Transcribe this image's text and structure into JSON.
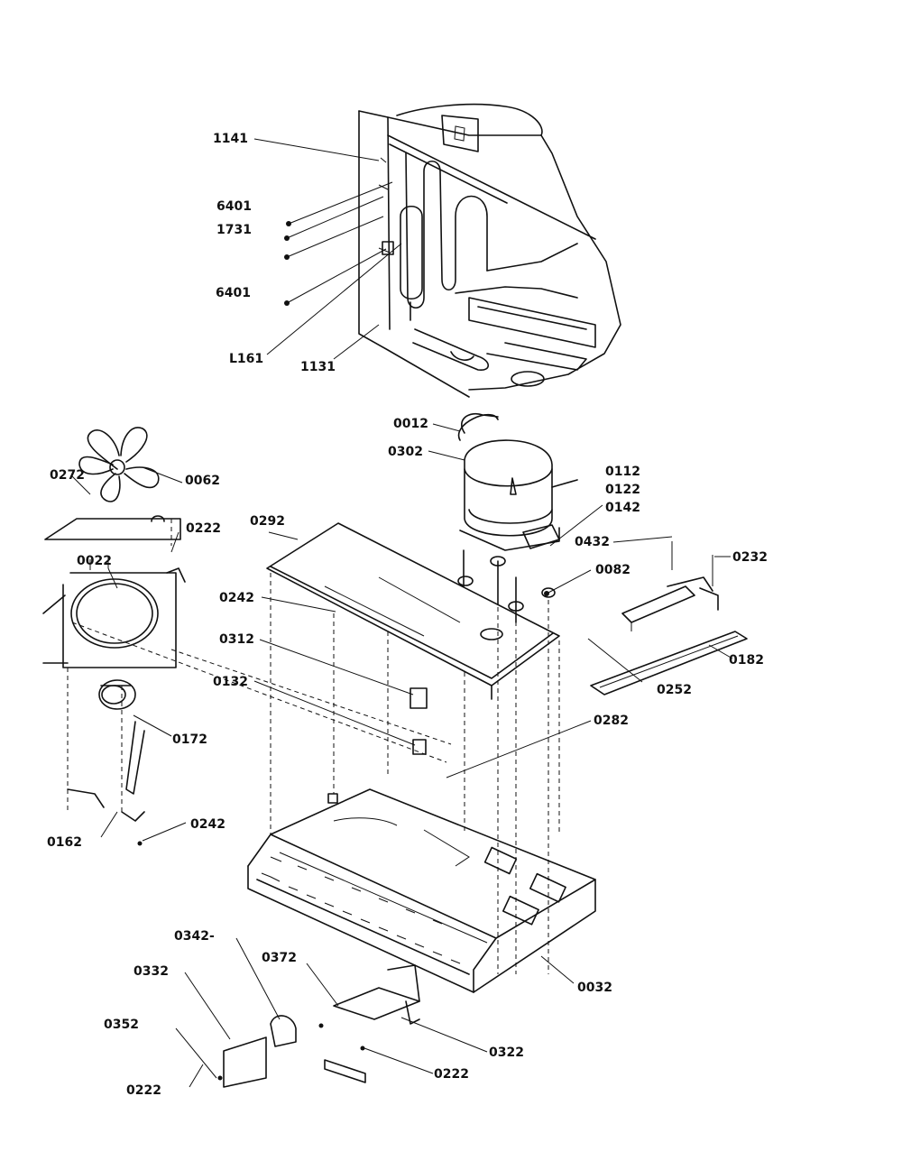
{
  "callouts": [
    {
      "id": "c1141",
      "text": "1141"
    },
    {
      "id": "c6401a",
      "text": "6401"
    },
    {
      "id": "c1731",
      "text": "1731"
    },
    {
      "id": "c6401b",
      "text": "6401"
    },
    {
      "id": "cL161",
      "text": "L161"
    },
    {
      "id": "c1131",
      "text": "1131"
    },
    {
      "id": "c0012",
      "text": "0012"
    },
    {
      "id": "c0302",
      "text": "0302"
    },
    {
      "id": "c0112",
      "text": "0112"
    },
    {
      "id": "c0122",
      "text": "0122"
    },
    {
      "id": "c0142",
      "text": "0142"
    },
    {
      "id": "c0272",
      "text": "0272"
    },
    {
      "id": "c0062",
      "text": "0062"
    },
    {
      "id": "c0222a",
      "text": "0222"
    },
    {
      "id": "c0292a",
      "text": "0292"
    },
    {
      "id": "c0022",
      "text": "0022"
    },
    {
      "id": "c0432",
      "text": "0432"
    },
    {
      "id": "c0232",
      "text": "0232"
    },
    {
      "id": "c0082",
      "text": "0082"
    },
    {
      "id": "c0242a",
      "text": "0242"
    },
    {
      "id": "c0182",
      "text": "0182"
    },
    {
      "id": "c0312",
      "text": "0312"
    },
    {
      "id": "c0252",
      "text": "0252"
    },
    {
      "id": "c0132",
      "text": "0132"
    },
    {
      "id": "c0282",
      "text": "0282"
    },
    {
      "id": "c0172",
      "text": "0172"
    },
    {
      "id": "c0162",
      "text": "0162"
    },
    {
      "id": "c0242b",
      "text": "0242"
    },
    {
      "id": "c0342",
      "text": "0342-"
    },
    {
      "id": "c0372",
      "text": "0372"
    },
    {
      "id": "c0332",
      "text": "0332"
    },
    {
      "id": "c0352",
      "text": "0352"
    },
    {
      "id": "c0322",
      "text": "0322"
    },
    {
      "id": "c0222b",
      "text": "0222"
    },
    {
      "id": "c0222c",
      "text": "0222"
    },
    {
      "id": "c0032",
      "text": "0032"
    }
  ]
}
